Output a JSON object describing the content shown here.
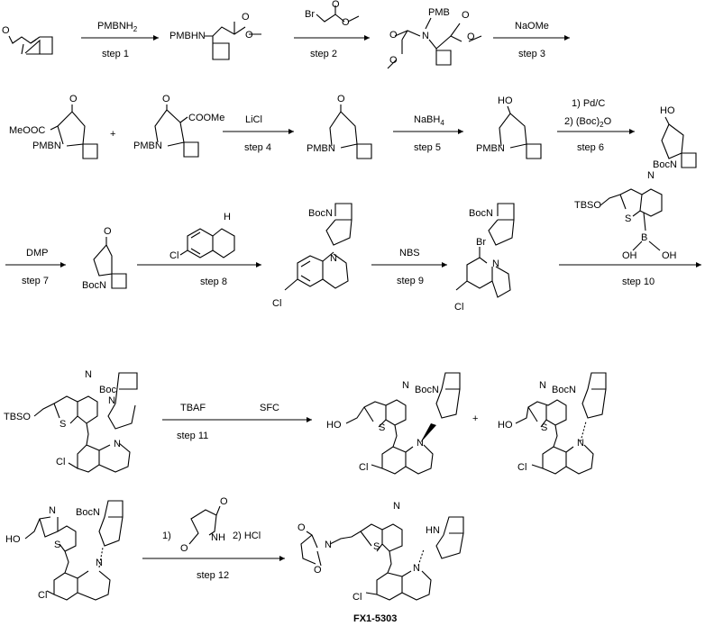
{
  "steps": [
    {
      "reagent": "PMBNH",
      "reagent_sub": "2",
      "label": "step 1"
    },
    {
      "reagent": "",
      "label": "step 2"
    },
    {
      "reagent": "NaOMe",
      "label": "step 3"
    },
    {
      "reagent": "LiCl",
      "label": "step 4"
    },
    {
      "reagent": "NaBH",
      "reagent_sub": "4",
      "label": "step 5"
    },
    {
      "reagent_line1": "1) Pd/C",
      "reagent_line2": "2)  (Boc)",
      "reagent_line2_sub": "2",
      "reagent_line2_tail": "O",
      "label": "step 6"
    },
    {
      "reagent": "DMP",
      "label": "step 7"
    },
    {
      "reagent": "",
      "label": "step 8"
    },
    {
      "reagent": "NBS",
      "label": "step 9"
    },
    {
      "reagent": "",
      "label": "step 10"
    },
    {
      "reagent": "TBAF",
      "label": "step 11"
    },
    {
      "reagent": "SFC",
      "label": ""
    },
    {
      "reagent_pre": "1)",
      "reagent_post": "2) HCl",
      "label": "step 12"
    }
  ],
  "atoms": {
    "pmbhn": "PMBHN",
    "pmb": "PMB",
    "pmbn": "PMBN",
    "n": "N",
    "br": "Br",
    "meooc": "MeOOC",
    "coome": "COOMe",
    "o": "O",
    "ho": "HO",
    "bocn": "BocN",
    "boc": "Boc",
    "cl": "Cl",
    "h": "H",
    "nh": "NH",
    "hn": "HN",
    "tbso": "TBSO",
    "s": "S",
    "b": "B",
    "oh": "OH",
    "plus": "+"
  },
  "final_label": "FX1-5303"
}
